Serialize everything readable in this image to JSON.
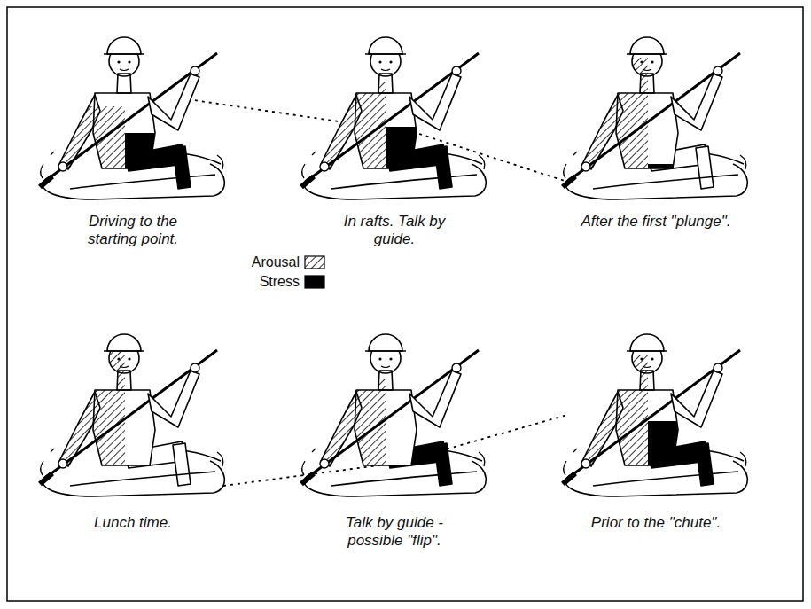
{
  "diagram": {
    "labels": [
      "Driving to the starting point.",
      "In rafts. Talk by guide.",
      "After the first \"plunge\".",
      "Lunch time.",
      "Talk by guide - possible \"flip\".",
      "Prior to the \"chute\"."
    ],
    "legend": [
      {
        "text": "Arousal"
      },
      {
        "text": "Stress",
        "color": "#000000"
      }
    ]
  }
}
